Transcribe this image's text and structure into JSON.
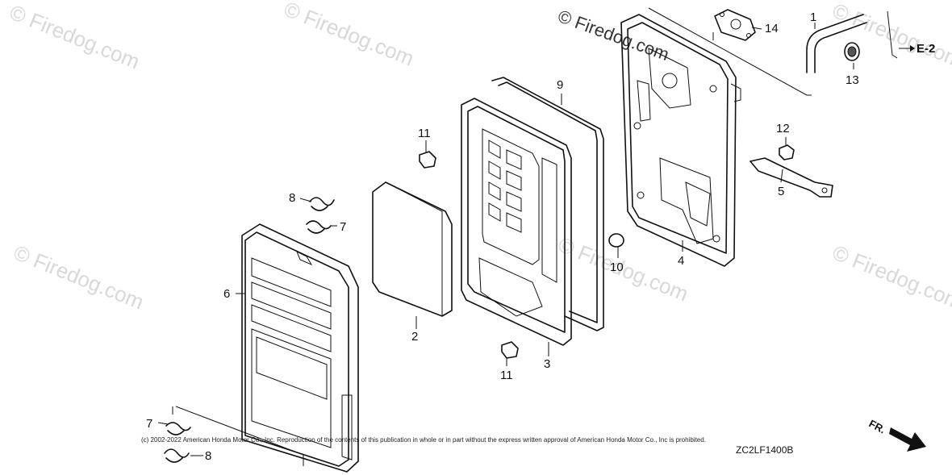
{
  "watermarks": [
    "© Firedog.com",
    "© Firedog.com",
    "© Firedog.com",
    "© Firedog.com",
    "© Firedog.com",
    "© Firedog.com",
    "© Firedog.com"
  ],
  "header_watermark": "© Firedog.com",
  "callouts": {
    "c1": "1",
    "c2": "2",
    "c3": "3",
    "c4": "4",
    "c5": "5",
    "c6": "6",
    "c7a": "7",
    "c7b": "7",
    "c8a": "8",
    "c8b": "8",
    "c9": "9",
    "c10": "10",
    "c11a": "11",
    "c11b": "11",
    "c12": "12",
    "c13": "13",
    "c14": "14"
  },
  "reference": "E-2",
  "direction_marker": "FR.",
  "copyright": "(c) 2002-2022 American Honda Motor Co., Inc. Reproduction of the contents of this publication in whole or in part without the express written approval of American Honda Motor Co., Inc is prohibited.",
  "diagram_code": "ZC2LF1400B"
}
